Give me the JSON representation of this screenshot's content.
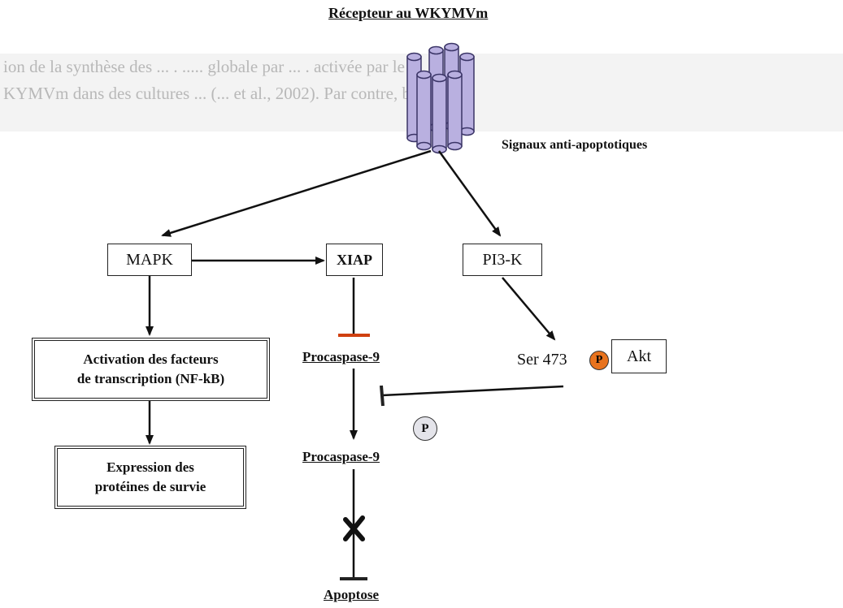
{
  "title": "Récepteur au WKYMVm",
  "background_text": [
    "ion de la synthèse des ... . ..... globale par ... . activée par le",
    "KYMVm dans des cultures ... (... et al., 2002). Par contre, beaucoup"
  ],
  "signals_label": "Signaux anti-apoptotiques",
  "nodes": {
    "mapk": "MAPK",
    "xiap": "XIAP",
    "pi3k": "PI3-K",
    "akt": "Akt",
    "ser473": "Ser 473",
    "activation_line1": "Activation des facteurs",
    "activation_line2": "de transcription (NF-kB)",
    "expression_line1": "Expression des",
    "expression_line2": "protéines de survie",
    "procaspase9_top": "Procaspase-9",
    "procaspase9_bottom": "Procaspase-9",
    "apoptose": "Apoptose",
    "phospho_akt": "P",
    "phospho_casp": "P"
  },
  "colors": {
    "receptor": "#b9b0e0",
    "receptor_stroke": "#3a3466",
    "phospho_akt": "#e8731e",
    "phospho_casp": "#e4e4ea",
    "inhibitor_bar": "#d04010"
  }
}
